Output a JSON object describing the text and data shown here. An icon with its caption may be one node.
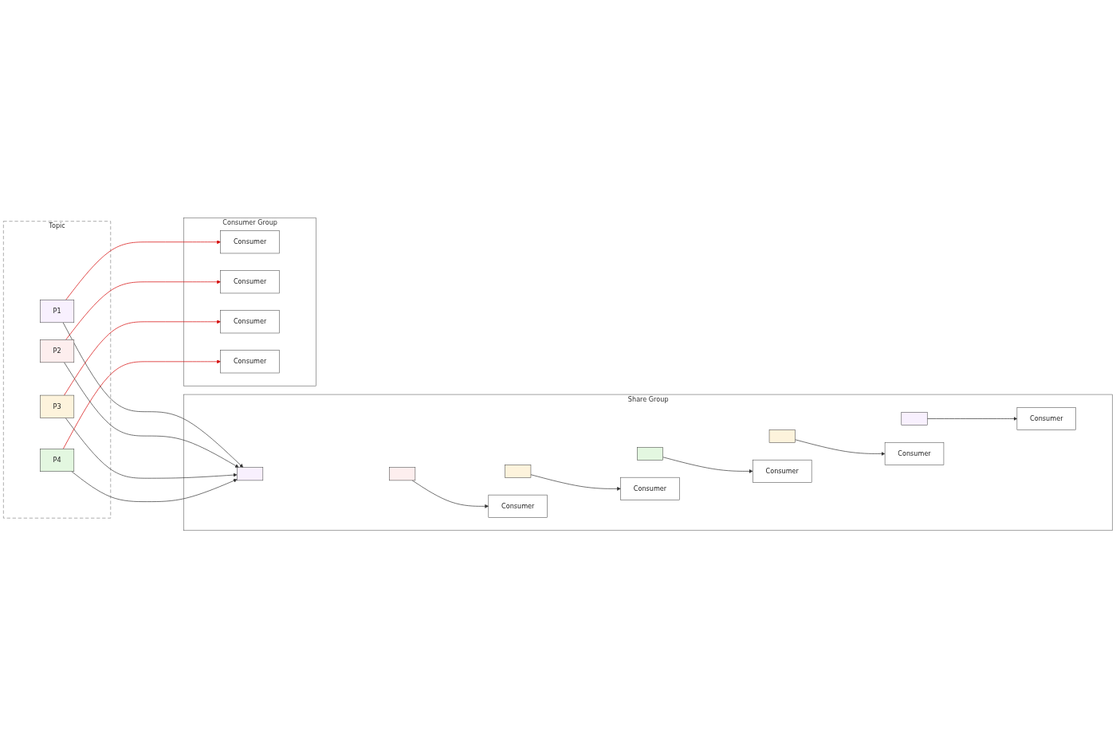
{
  "diagram": {
    "nodes": [
      {
        "text": [
          "Topic"
        ]
      },
      {
        "text": [
          "P1"
        ],
        "in": 0
      },
      {
        "text": [
          "P2"
        ],
        "in": 0
      },
      {
        "text": [
          "P3"
        ],
        "in": 0
      },
      {
        "text": [
          "P4"
        ],
        "in": 0
      },
      {
        "text": [
          "Share Group"
        ]
      },
      {
        "text": [],
        "shape": "box",
        "in": 5
      },
      {
        "text": [],
        "shape": "box",
        "in": 5
      },
      {
        "text": [],
        "shape": "box",
        "in": 5
      },
      {
        "text": [],
        "shape": "box",
        "in": 5
      },
      {
        "text": [],
        "shape": "box",
        "in": 5
      },
      {
        "text": [],
        "shape": "box",
        "in": 5
      },
      {
        "text": [
          "Consumer"
        ],
        "in": 5
      },
      {
        "text": [
          "Consumer"
        ],
        "in": 5
      },
      {
        "text": [
          "Consumer"
        ],
        "in": 5
      },
      {
        "text": [
          "Consumer"
        ],
        "in": 5
      },
      {
        "text": [
          "Consumer"
        ],
        "in": 5
      },
      {
        "text": [
          "Consumer Group"
        ]
      },
      {
        "text": [
          "Consumer"
        ],
        "in": 17
      },
      {
        "text": [
          "Consumer"
        ],
        "in": 17
      },
      {
        "text": [
          "Consumer"
        ],
        "in": 17
      },
      {
        "text": [
          "Consumer"
        ],
        "in": 17
      }
    ],
    "edges": [
      {
        "from": 1,
        "to": 6,
        "arrow": "to"
      },
      {
        "from": 2,
        "to": 6,
        "arrow": "to"
      },
      {
        "from": 3,
        "to": 6,
        "arrow": "to"
      },
      {
        "from": 4,
        "to": 6,
        "arrow": "to"
      },
      {
        "from": 1,
        "to": 18,
        "arrow": "to",
        "color": "#d40000"
      },
      {
        "from": 2,
        "to": 19,
        "arrow": "to",
        "color": "#d40000"
      },
      {
        "from": 3,
        "to": 20,
        "arrow": "to",
        "color": "#d40000"
      },
      {
        "from": 4,
        "to": 21,
        "arrow": "to",
        "color": "#d40000"
      },
      {
        "from": 8,
        "to": 12,
        "arrow": "to"
      },
      {
        "from": 10,
        "to": 13,
        "arrow": "to"
      },
      {
        "from": 7,
        "to": 14,
        "arrow": "to"
      },
      {
        "from": 11,
        "to": 15,
        "arrow": "to"
      },
      {
        "from": 9,
        "to": 16,
        "arrow": "to"
      }
    ]
  }
}
